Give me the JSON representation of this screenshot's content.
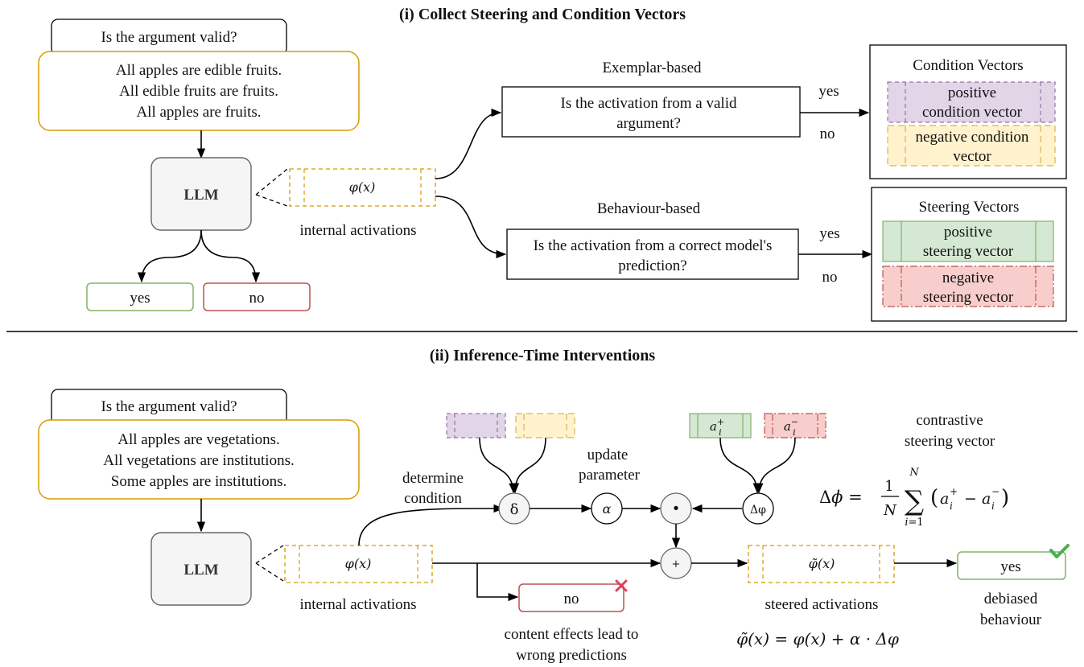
{
  "section1": {
    "title": "(i) Collect Steering and Condition Vectors",
    "prompt_tab": "Is the argument valid?",
    "argument_lines": [
      "All apples are edible fruits.",
      "All edible fruits are fruits.",
      "All apples are fruits."
    ],
    "llm_label": "LLM",
    "activation_label": "φ(x)",
    "activations_caption": "internal activations",
    "output_yes": "yes",
    "output_no": "no",
    "exemplar_heading": "Exemplar-based",
    "exemplar_question": [
      "Is the activation from a valid",
      "argument?"
    ],
    "behaviour_heading": "Behaviour-based",
    "behaviour_question": [
      "Is the activation from a correct model's",
      "prediction?"
    ],
    "branch_yes": "yes",
    "branch_no": "no",
    "condition_title": "Condition Vectors",
    "positive_condition": [
      "positive",
      "condition vector"
    ],
    "negative_condition": [
      "negative condition",
      "vector"
    ],
    "steering_title": "Steering Vectors",
    "positive_steering": [
      "positive",
      "steering vector"
    ],
    "negative_steering": [
      "negative",
      "steering vector"
    ]
  },
  "section2": {
    "title": "(ii) Inference-Time Interventions",
    "prompt_tab": "Is the argument valid?",
    "argument_lines": [
      "All apples are vegetations.",
      "All vegetations are institutions.",
      "Some apples are institutions."
    ],
    "llm_label": "LLM",
    "activation_label": "φ(x)",
    "activations_caption": "internal activations",
    "determine_condition": [
      "determine",
      "condition"
    ],
    "update_parameter": [
      "update",
      "parameter"
    ],
    "delta_node": "δ",
    "alpha_node": "α",
    "dot_node": "·",
    "plus_node": "+",
    "delta_phi_node": "Δφ",
    "a_plus": "a",
    "a_minus": "a",
    "contrastive_caption": [
      "contrastive",
      "steering vector"
    ],
    "formula_delta_phi": "Δφ = (1/N) Σ (a⁺ᵢ − a⁻ᵢ)",
    "wrong_output": "no",
    "wrong_caption": [
      "content effects lead to",
      "wrong predictions"
    ],
    "steered_label": "φ̃(x)",
    "steered_caption": "steered activations",
    "formula_steered": "φ̃(x) = φ(x) + α · Δφ",
    "debiased_output": "yes",
    "debiased_caption": [
      "debiased",
      "behaviour"
    ]
  },
  "colors": {
    "orange_border": "#d79b00",
    "purple_fill": "#e1d5e7",
    "purple_border": "#9673a6",
    "yellow_fill": "#fff2cc",
    "yellow_border": "#d6b656",
    "green_fill": "#d5e8d4",
    "green_border": "#82b366",
    "red_fill": "#f8cecc",
    "red_border": "#b85450",
    "llm_fill": "#f5f5f5",
    "check_green": "#4caf50",
    "cross_red": "#e0405a"
  }
}
